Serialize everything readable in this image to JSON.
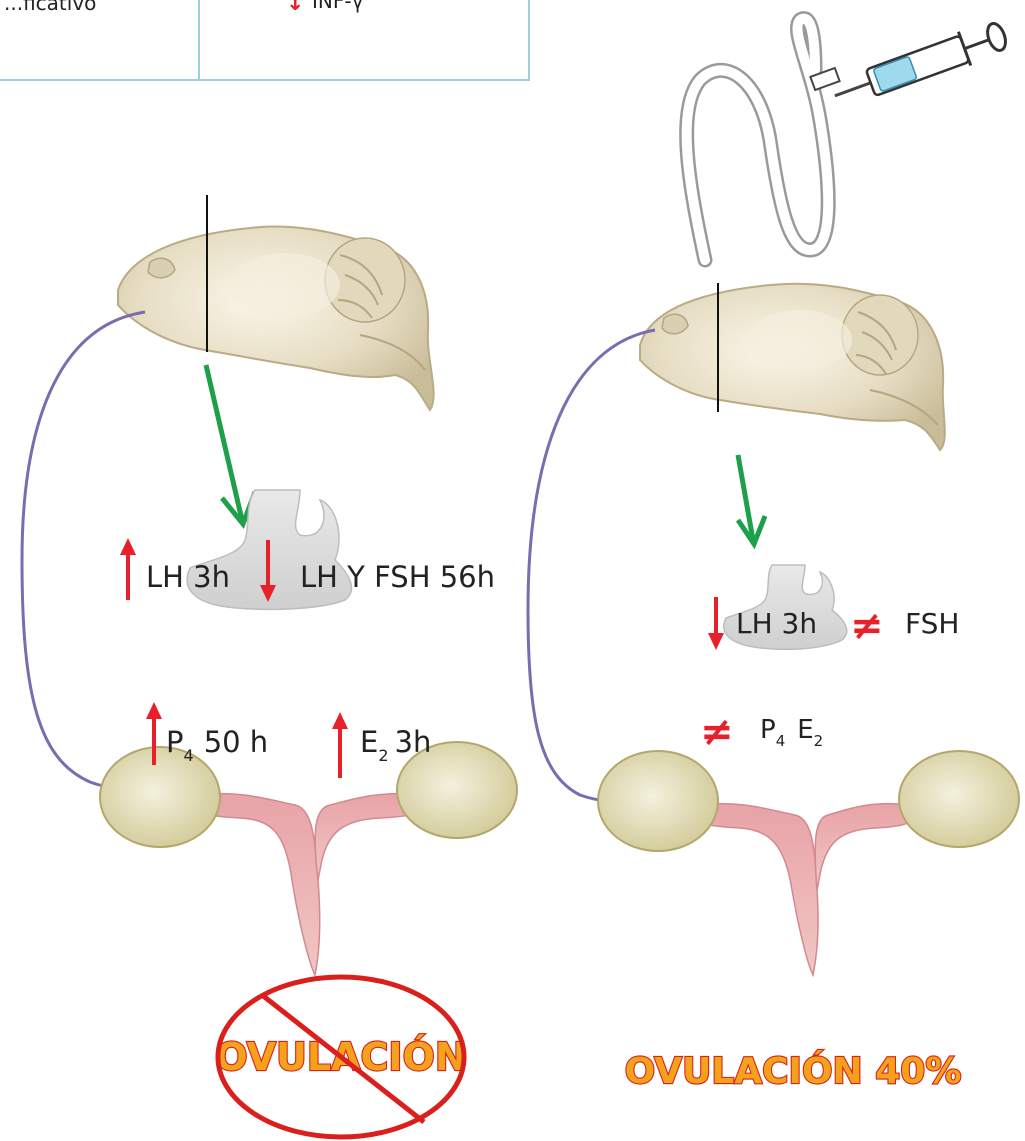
{
  "table_fragment": {
    "left_cell": "...ficativo",
    "right_cell": "INF-γ",
    "right_arrow": "↓"
  },
  "left_panel": {
    "pituitary_up_label": "LH 3h",
    "pituitary_down_label": "LH Y FSH 56h",
    "ovary_p4_base": "P",
    "ovary_p4_sub": "4",
    "ovary_p4_time": "50 h",
    "ovary_e2_base": "E",
    "ovary_e2_sub": "2",
    "ovary_e2_time": "3h",
    "outcome": "OVULACIÓN"
  },
  "right_panel": {
    "pituitary_lh_label": "LH 3h",
    "pituitary_fsh_label": "FSH",
    "ovary_p4_base": "P",
    "ovary_p4_sub": "4",
    "ovary_e2_base": "E",
    "ovary_e2_sub": "2",
    "neq_symbol": "≠",
    "outcome": "OVULACIÓN 40%"
  },
  "colors": {
    "up_arrow": "#e8202a",
    "down_arrow": "#e8202a",
    "green_arrow": "#1ea04a",
    "feedback_curve": "#7d6bb0",
    "brain": "#e4dbbf",
    "ovary": "#e2dcb2",
    "uterus": "#e7a9ac",
    "pituitary": "#dcdcdc",
    "outcome_fill": "#f4a21c",
    "outcome_stroke": "#d9201c",
    "table_border": "#9ccfd8"
  }
}
